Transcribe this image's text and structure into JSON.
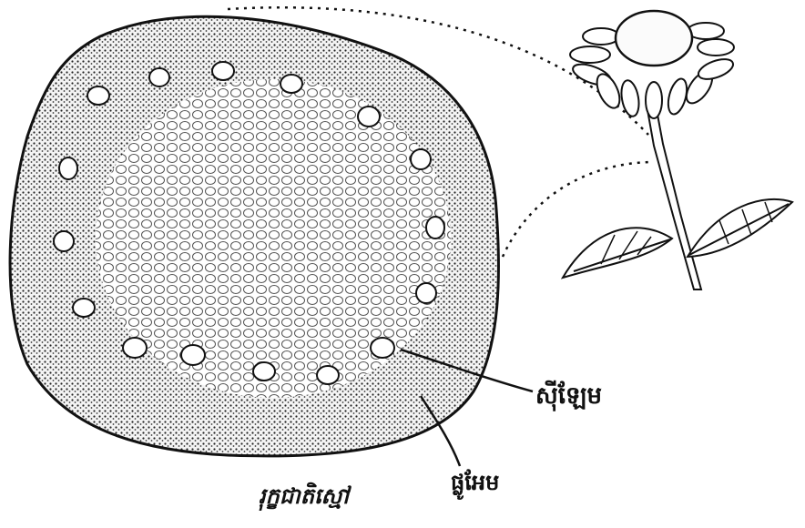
{
  "diagram": {
    "labels": {
      "xylem": "ស៊ីឡែម",
      "phloem": "ផ្លូអែម"
    },
    "caption": "រុក្ខជាតិស្មៅ",
    "colors": {
      "ink": "#111111",
      "stipple": "#2a2a2a",
      "paper": "#ffffff"
    }
  }
}
